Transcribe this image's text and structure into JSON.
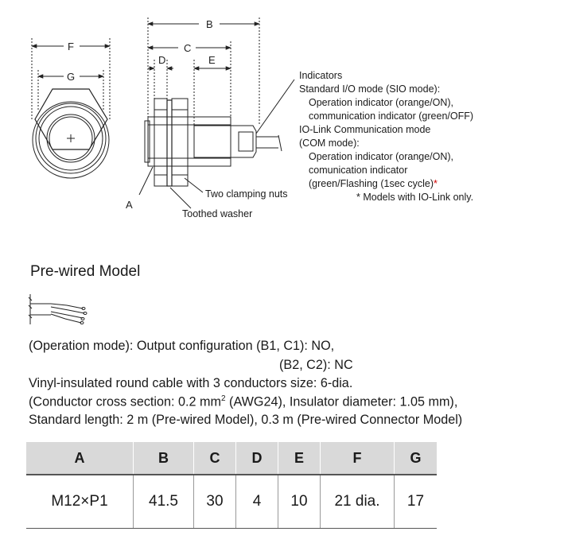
{
  "dimension_labels": {
    "B": "B",
    "C": "C",
    "D": "D",
    "E": "E",
    "F": "F",
    "G": "G",
    "A": "A"
  },
  "callouts": {
    "clamping_nuts": "Two clamping nuts",
    "toothed_washer": "Toothed washer"
  },
  "indicators": {
    "heading": "Indicators",
    "sio_mode": "Standard I/O mode (SIO mode):",
    "sio_operation": "Operation indicator (orange/ON),",
    "sio_communication": "communication indicator (green/OFF)",
    "com_mode": "IO-Link Communication mode",
    "com_mode_paren": "(COM mode):",
    "com_operation": "Operation indicator (orange/ON),",
    "com_communication": "comunication indicator",
    "com_flashing": "(green/Flashing (1sec cycle)",
    "footnote_mark": "*",
    "footnote": "* Models with IO-Link only."
  },
  "section_title": "Pre-wired Model",
  "description": {
    "line1": "(Operation mode): Output configuration (B1, C1): NO,",
    "line2": "(B2, C2): NC",
    "line3": "Vinyl-insulated round cable with 3 conductors size: 6-dia.",
    "line4_a": "(Conductor cross section: 0.2 mm",
    "line4_sup": "2",
    "line4_b": " (AWG24), Insulator diameter: 1.05 mm),",
    "line5": "Standard length: 2 m (Pre-wired Model), 0.3 m (Pre-wired Connector Model)"
  },
  "table": {
    "headers": [
      "A",
      "B",
      "C",
      "D",
      "E",
      "F",
      "G"
    ],
    "values": [
      "M12×P1",
      "41.5",
      "30",
      "4",
      "10",
      "21 dia.",
      "17"
    ]
  }
}
